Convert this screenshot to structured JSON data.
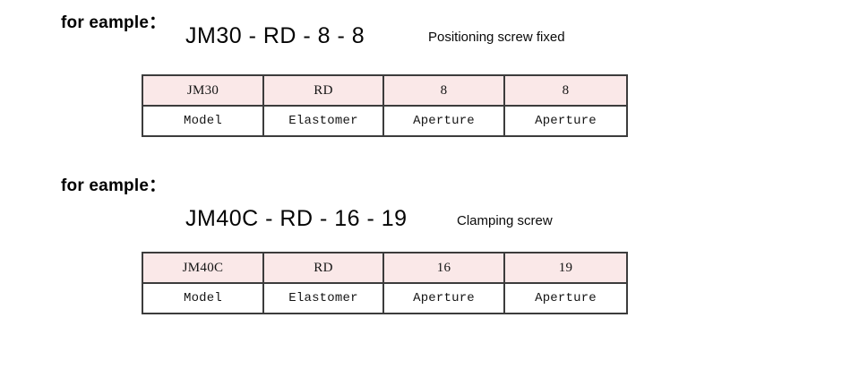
{
  "colors": {
    "header_fill": "#fae8e8",
    "border": "#3c3c3c",
    "text": "#000000",
    "background": "#ffffff"
  },
  "blocks": [
    {
      "for_example_label": "for eample：",
      "model_code": "JM30 - RD - 8 - 8",
      "note": "Positioning screw fixed",
      "table": {
        "header": [
          "JM30",
          "RD",
          "8",
          "8"
        ],
        "body": [
          "Model",
          "Elastomer",
          "Aperture",
          "Aperture"
        ]
      }
    },
    {
      "for_example_label": "for eample：",
      "model_code": "JM40C - RD - 16 - 19",
      "note": "Clamping screw",
      "table": {
        "header": [
          "JM40C",
          "RD",
          "16",
          "19"
        ],
        "body": [
          "Model",
          "Elastomer",
          "Aperture",
          "Aperture"
        ]
      }
    }
  ]
}
